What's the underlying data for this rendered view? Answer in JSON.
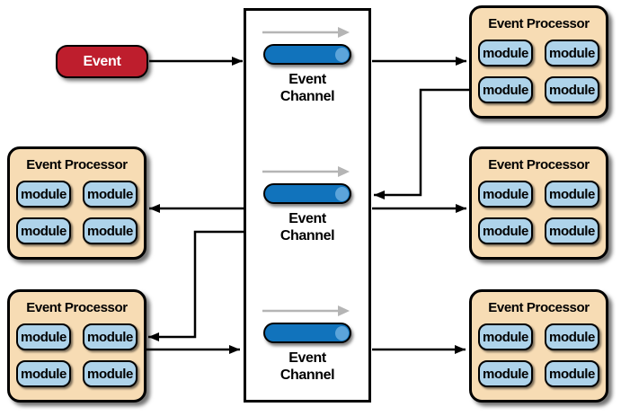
{
  "event_source": {
    "label": "Event",
    "fill": "#be1e2d"
  },
  "channel_column": {
    "channels": [
      {
        "label": "Event Channel"
      },
      {
        "label": "Event Channel"
      },
      {
        "label": "Event Channel"
      }
    ],
    "cylinder_fill": "#1173bc",
    "cylinder_end_fill": "#5ca4da"
  },
  "processors": [
    {
      "position": "middle-left",
      "title": "Event Processor",
      "modules": [
        "module",
        "module",
        "module",
        "module"
      ]
    },
    {
      "position": "bottom-left",
      "title": "Event Processor",
      "modules": [
        "module",
        "module",
        "module",
        "module"
      ]
    },
    {
      "position": "top-right",
      "title": "Event Processor",
      "modules": [
        "module",
        "module",
        "module",
        "module"
      ]
    },
    {
      "position": "middle-right",
      "title": "Event Processor",
      "modules": [
        "module",
        "module",
        "module",
        "module"
      ]
    },
    {
      "position": "bottom-right",
      "title": "Event Processor",
      "modules": [
        "module",
        "module",
        "module",
        "module"
      ]
    }
  ],
  "colors": {
    "background": "#ffffff",
    "processor_fill": "#f7dcb4",
    "module_fill": "#aed3ea",
    "connector": "#000000",
    "flow_arrow": "#b5b5b5"
  }
}
